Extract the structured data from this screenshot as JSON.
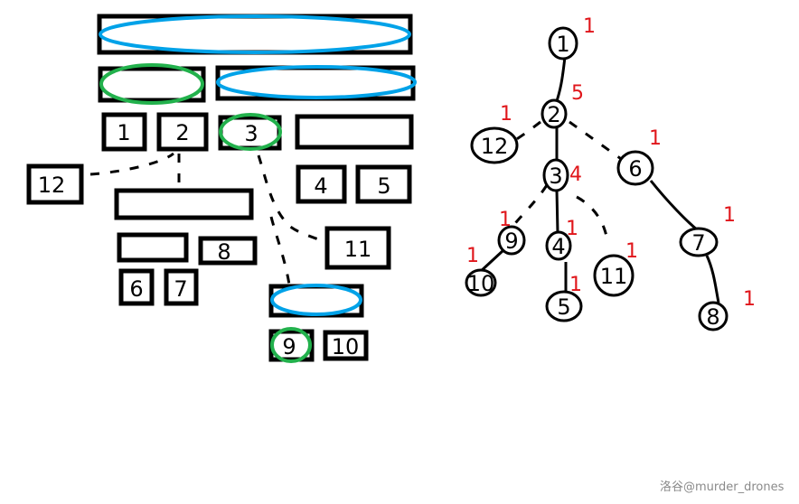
{
  "layout_boxes": {
    "b1": "1",
    "b2": "2",
    "b3": "3",
    "b4": "4",
    "b5": "5",
    "b6": "6",
    "b7": "7",
    "b8": "8",
    "b9": "9",
    "b10": "10",
    "b11": "11",
    "b12": "12"
  },
  "tree_nodes": {
    "n1": {
      "label": "1",
      "count": "1"
    },
    "n2": {
      "label": "2",
      "count": "5"
    },
    "n12": {
      "label": "12",
      "count": "1"
    },
    "n3": {
      "label": "3",
      "count": "4"
    },
    "n6": {
      "label": "6",
      "count": "1"
    },
    "n9": {
      "label": "9",
      "count": "1"
    },
    "n4": {
      "label": "4",
      "count": "1"
    },
    "n11": {
      "label": "11",
      "count": "1"
    },
    "n7": {
      "label": "7",
      "count": "1"
    },
    "n10": {
      "label": "10",
      "count": "1"
    },
    "n5": {
      "label": "5",
      "count": "1"
    },
    "n8": {
      "label": "8",
      "count": "1"
    }
  },
  "colors": {
    "blue": "#00a2e8",
    "green": "#22b14c",
    "red": "#e0161b"
  },
  "watermark": "洛谷@murder_drones"
}
